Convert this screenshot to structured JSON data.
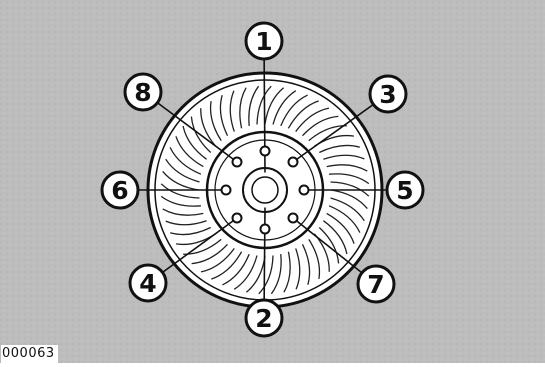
{
  "figure": {
    "id_label": "000063",
    "callouts": [
      {
        "number": "1",
        "target": "top lug bolt"
      },
      {
        "number": "2",
        "target": "bottom lug bolt"
      },
      {
        "number": "3",
        "target": "upper-right lug bolt"
      },
      {
        "number": "4",
        "target": "lower-left lug bolt"
      },
      {
        "number": "5",
        "target": "right lug bolt"
      },
      {
        "number": "6",
        "target": "left lug bolt"
      },
      {
        "number": "7",
        "target": "lower-right lug bolt"
      },
      {
        "number": "8",
        "target": "upper-left lug bolt"
      }
    ],
    "colors": {
      "background": "#bdbdbd",
      "wheel_fill": "#ffffff",
      "line": "#111111"
    }
  }
}
